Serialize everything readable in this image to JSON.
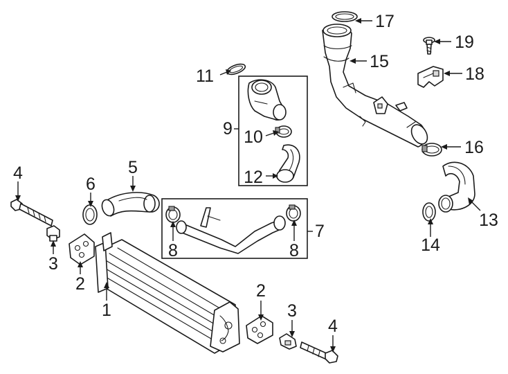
{
  "callouts": {
    "c1": "1",
    "c2_left": "2",
    "c2_right": "2",
    "c3_left": "3",
    "c3_right": "3",
    "c4_left": "4",
    "c4_right": "4",
    "c5": "5",
    "c6": "6",
    "c7": "7",
    "c8_left": "8",
    "c8_right": "8",
    "c9": "9",
    "c10": "10",
    "c11": "11",
    "c12": "12",
    "c13": "13",
    "c14": "14",
    "c15": "15",
    "c16": "16",
    "c17": "17",
    "c18": "18",
    "c19": "19"
  }
}
